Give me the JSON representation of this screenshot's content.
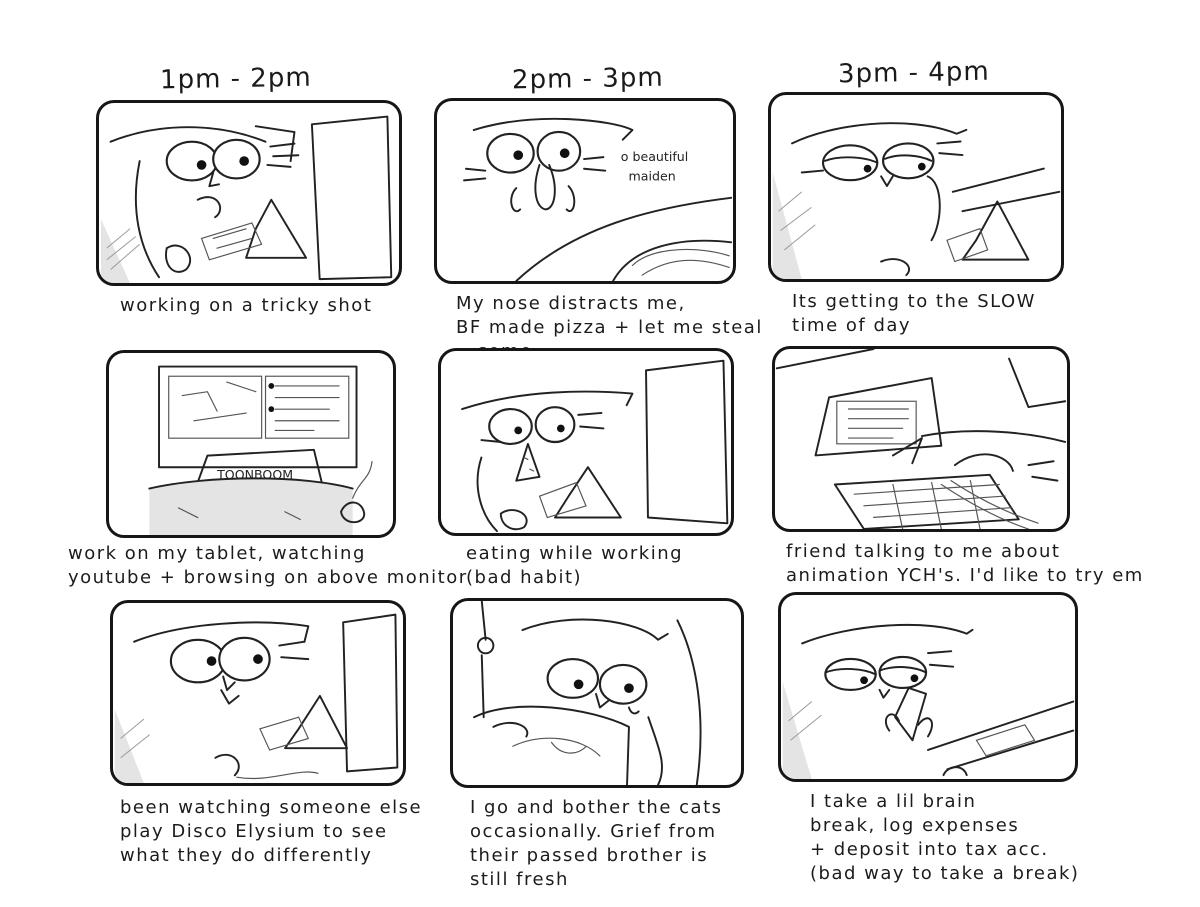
{
  "column_headers": [
    "1pm - 2pm",
    "2pm - 3pm",
    "3pm - 4pm"
  ],
  "panels": [
    {
      "caption": "working on a tricky shot",
      "notes": []
    },
    {
      "caption": "My nose distracts me,\nBF made pizza + let me steal\n   some",
      "notes": [
        "o beautiful",
        "maiden"
      ]
    },
    {
      "caption": "Its getting to the SLOW\ntime of day",
      "notes": []
    },
    {
      "caption": "work on my tablet, watching\nyoutube + browsing on above monitor",
      "notes": [
        "TOONBOOM"
      ]
    },
    {
      "caption": "eating while working\n(bad habit)",
      "notes": []
    },
    {
      "caption": "friend talking to me about\nanimation YCH's. I'd like to try em",
      "notes": []
    },
    {
      "caption": "been watching someone else\nplay Disco Elysium to see\nwhat they do differently",
      "notes": []
    },
    {
      "caption": "I go and bother the cats\noccasionally. Grief from\ntheir passed brother is\nstill fresh",
      "notes": []
    },
    {
      "caption": "I take a lil brain\nbreak, log expenses\n+ deposit into tax acc.\n(bad way to take a break)",
      "notes": []
    }
  ]
}
